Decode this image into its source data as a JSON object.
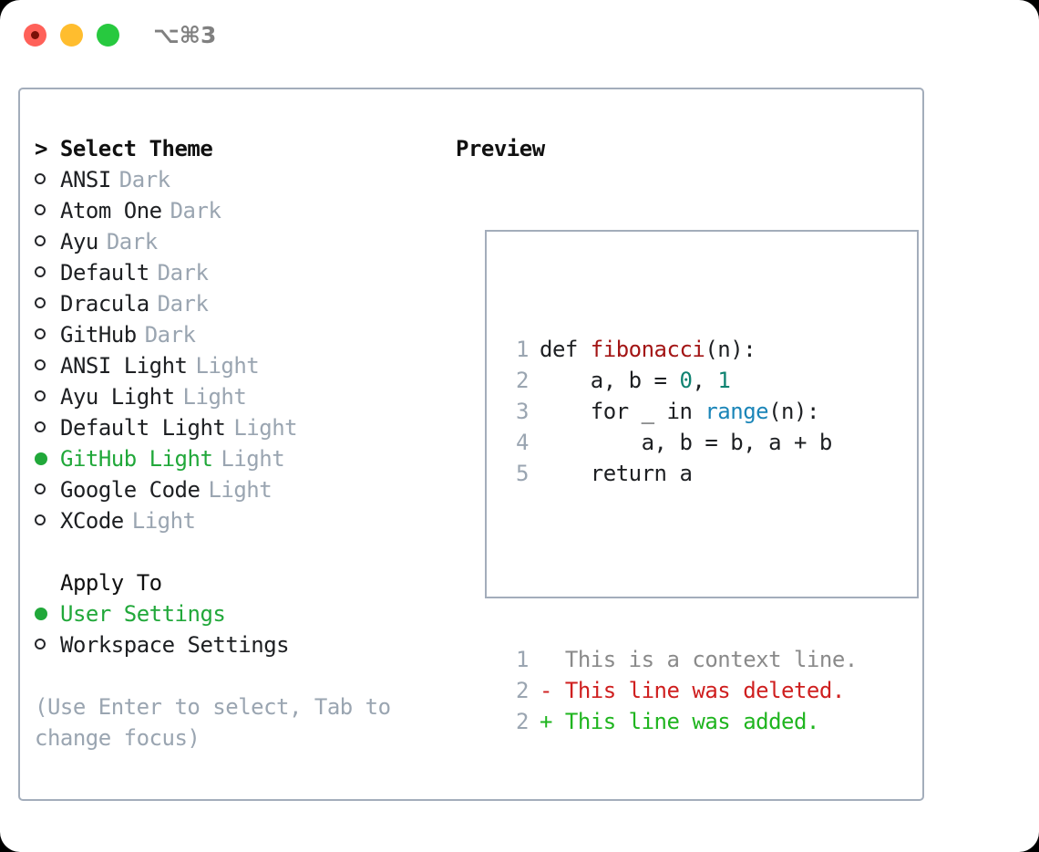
{
  "window": {
    "shortcut": "⌥⌘3",
    "traffic_lights": [
      "close",
      "minimize",
      "maximize"
    ]
  },
  "theme_list": {
    "header": "> Select Theme",
    "items": [
      {
        "bullet": "ring",
        "name": "ANSI",
        "kind": "Dark",
        "selected": false
      },
      {
        "bullet": "ring",
        "name": "Atom One",
        "kind": "Dark",
        "selected": false
      },
      {
        "bullet": "ring",
        "name": "Ayu",
        "kind": "Dark",
        "selected": false
      },
      {
        "bullet": "ring",
        "name": "Default",
        "kind": "Dark",
        "selected": false
      },
      {
        "bullet": "ring",
        "name": "Dracula",
        "kind": "Dark",
        "selected": false
      },
      {
        "bullet": "ring",
        "name": "GitHub",
        "kind": "Dark",
        "selected": false
      },
      {
        "bullet": "ring",
        "name": "ANSI Light",
        "kind": "Light",
        "selected": false
      },
      {
        "bullet": "ring",
        "name": "Ayu Light",
        "kind": "Light",
        "selected": false
      },
      {
        "bullet": "ring",
        "name": "Default Light",
        "kind": "Light",
        "selected": false
      },
      {
        "bullet": "fill",
        "name": "GitHub Light",
        "kind": "Light",
        "selected": true
      },
      {
        "bullet": "ring",
        "name": "Google Code",
        "kind": "Light",
        "selected": false
      },
      {
        "bullet": "ring",
        "name": "XCode",
        "kind": "Light",
        "selected": false
      }
    ]
  },
  "apply_to": {
    "header": "Apply To",
    "items": [
      {
        "bullet": "fill",
        "name": "User Settings",
        "selected": true
      },
      {
        "bullet": "ring",
        "name": "Workspace Settings",
        "selected": false
      }
    ]
  },
  "hint": "(Use Enter to select, Tab to change focus)",
  "preview": {
    "header": "Preview",
    "code_lines": [
      {
        "num": "1",
        "segments": [
          {
            "text": "def ",
            "cls": "ctext"
          },
          {
            "text": "fibonacci",
            "cls": "tok-fn"
          },
          {
            "text": "(n):",
            "cls": "ctext"
          }
        ]
      },
      {
        "num": "2",
        "segments": [
          {
            "text": "    a, b = ",
            "cls": "ctext"
          },
          {
            "text": "0",
            "cls": "tok-num"
          },
          {
            "text": ", ",
            "cls": "ctext"
          },
          {
            "text": "1",
            "cls": "tok-num"
          }
        ]
      },
      {
        "num": "3",
        "segments": [
          {
            "text": "    for _ in ",
            "cls": "ctext"
          },
          {
            "text": "range",
            "cls": "tok-call"
          },
          {
            "text": "(n):",
            "cls": "ctext"
          }
        ]
      },
      {
        "num": "4",
        "segments": [
          {
            "text": "        a, b = b, a + b",
            "cls": "ctext"
          }
        ]
      },
      {
        "num": "5",
        "segments": [
          {
            "text": "    return a",
            "cls": "ctext"
          }
        ]
      }
    ],
    "diff_lines": [
      {
        "num": "1",
        "marker": "  ",
        "text": "This is a context line.",
        "cls": "diff-ctx"
      },
      {
        "num": "2",
        "marker": "- ",
        "text": "This line was deleted.",
        "cls": "diff-del"
      },
      {
        "num": "2",
        "marker": "+ ",
        "text": "This line was added.",
        "cls": "diff-add"
      }
    ]
  },
  "colors": {
    "selected_green": "#21a83a",
    "muted_grey": "#9aa5b1",
    "border": "#a3adbb",
    "diff_add": "#1fb51f",
    "diff_del": "#cf1f1f",
    "token_function": "#a31515",
    "token_number": "#0f8371",
    "token_call": "#1a85b8"
  }
}
